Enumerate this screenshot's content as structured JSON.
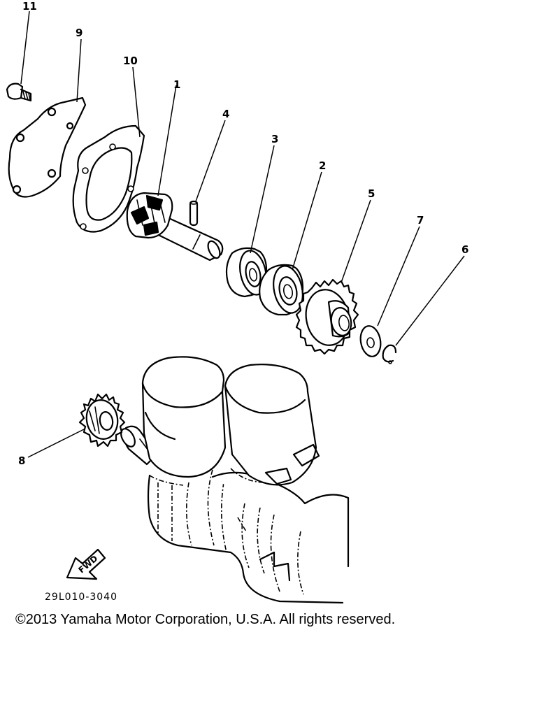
{
  "diagram": {
    "callouts": [
      "1",
      "2",
      "3",
      "4",
      "5",
      "6",
      "7",
      "8",
      "9",
      "10",
      "11"
    ],
    "fwd_label": "FWD",
    "code": "29L010-3040"
  },
  "footer": {
    "copyright": "©2013 Yamaha Motor Corporation, U.S.A. All rights reserved."
  }
}
